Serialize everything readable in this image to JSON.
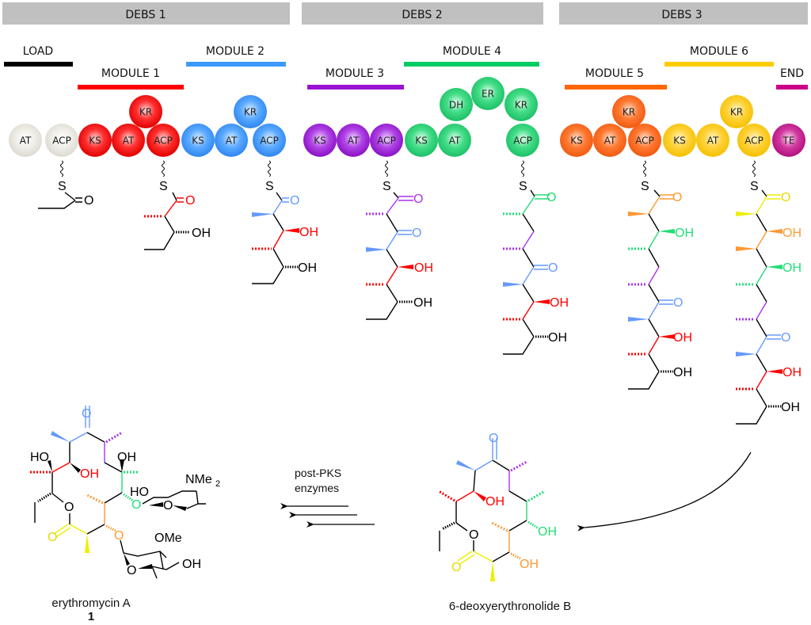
{
  "title": "Erythromycin polyketide synthase (DEBS) assembly line",
  "colors": {
    "load": "#000000",
    "module1": "#ff0000",
    "module2": "#3d9bff",
    "module3": "#9b11d4",
    "module4": "#00cc66",
    "module5": "#ff6600",
    "module6": "#ffcc00",
    "end": "#cc0088",
    "ketone_blue": "#6699ff",
    "chain_purple": "#aa33ee",
    "chain_green": "#22dd77",
    "chain_orange": "#ff9933",
    "chain_yellow": "#eeee00",
    "header_gray": "#c0c0c0"
  },
  "proteins": [
    {
      "label": "DEBS 1"
    },
    {
      "label": "DEBS 2"
    },
    {
      "label": "DEBS 3"
    }
  ],
  "modules": [
    {
      "key": "load",
      "label": "LOAD"
    },
    {
      "key": "module1",
      "label": "MODULE 1"
    },
    {
      "key": "module2",
      "label": "MODULE 2"
    },
    {
      "key": "module3",
      "label": "MODULE 3"
    },
    {
      "key": "module4",
      "label": "MODULE 4"
    },
    {
      "key": "module5",
      "label": "MODULE 5"
    },
    {
      "key": "module6",
      "label": "MODULE 6"
    },
    {
      "key": "end",
      "label": "END"
    }
  ],
  "domains": [
    {
      "module": "load",
      "label": "AT"
    },
    {
      "module": "load",
      "label": "ACP"
    },
    {
      "module": "module1",
      "label": "KS"
    },
    {
      "module": "module1",
      "label": "AT"
    },
    {
      "module": "module1",
      "label": "KR"
    },
    {
      "module": "module1",
      "label": "ACP"
    },
    {
      "module": "module2",
      "label": "KS"
    },
    {
      "module": "module2",
      "label": "AT"
    },
    {
      "module": "module2",
      "label": "KR"
    },
    {
      "module": "module2",
      "label": "ACP"
    },
    {
      "module": "module3",
      "label": "KS"
    },
    {
      "module": "module3",
      "label": "AT"
    },
    {
      "module": "module3",
      "label": "ACP"
    },
    {
      "module": "module4",
      "label": "KS"
    },
    {
      "module": "module4",
      "label": "AT"
    },
    {
      "module": "module4",
      "label": "DH"
    },
    {
      "module": "module4",
      "label": "ER"
    },
    {
      "module": "module4",
      "label": "KR"
    },
    {
      "module": "module4",
      "label": "ACP"
    },
    {
      "module": "module5",
      "label": "KS"
    },
    {
      "module": "module5",
      "label": "AT"
    },
    {
      "module": "module5",
      "label": "KR"
    },
    {
      "module": "module5",
      "label": "ACP"
    },
    {
      "module": "module6",
      "label": "KS"
    },
    {
      "module": "module6",
      "label": "AT"
    },
    {
      "module": "module6",
      "label": "KR"
    },
    {
      "module": "module6",
      "label": "ACP"
    },
    {
      "module": "end",
      "label": "TE"
    }
  ],
  "atoms": {
    "S": "S",
    "O": "O",
    "OH": "OH",
    "HO": "HO",
    "OMe": "OMe",
    "NMe": "NMe",
    "sub2": "2"
  },
  "post_pks": {
    "line1": "post-PKS",
    "line2": "enzymes"
  },
  "products": {
    "debs_product": "6-deoxyerythronolide B",
    "final_product": "erythromycin A",
    "final_number": "1"
  }
}
